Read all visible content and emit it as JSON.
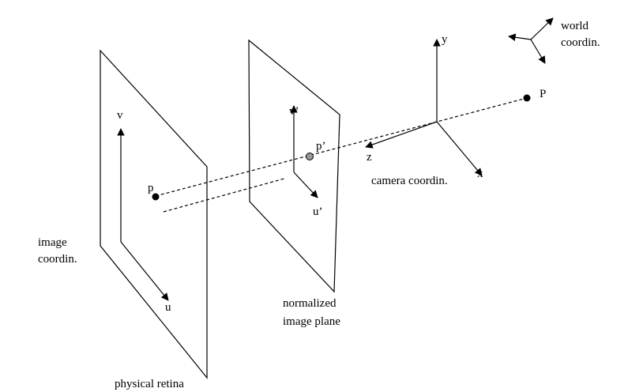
{
  "labels": {
    "world_line1": "world",
    "world_line2": "coordin.",
    "point_P": "P",
    "camera_y": "y",
    "camera_x": "x",
    "camera_z": "z",
    "camera_coordin": "camera coordin.",
    "v_prime": "v’",
    "p_prime": "p’",
    "u_prime": "u’",
    "normalized_line1": "normalized",
    "normalized_line2": "image plane",
    "v": "v",
    "p": "p",
    "u": "u",
    "image_line1": "image",
    "image_line2": "coordin.",
    "physical_retina": "physical retina"
  }
}
